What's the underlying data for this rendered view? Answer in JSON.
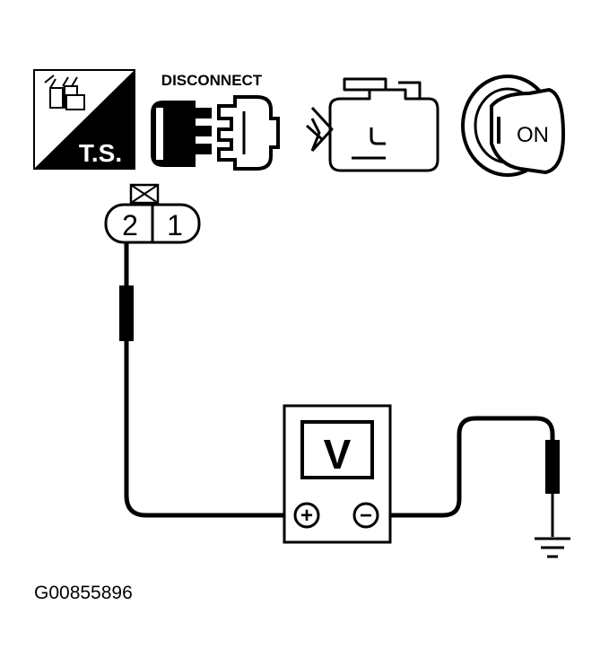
{
  "icons": {
    "ts_label": "T.S.",
    "disconnect_label": "DISCONNECT",
    "ignition_label": "ON"
  },
  "connector": {
    "pins": [
      "2",
      "1"
    ]
  },
  "voltmeter": {
    "display": "V",
    "positive_symbol": "+",
    "negative_symbol": "−"
  },
  "figure_id": "G00855896"
}
